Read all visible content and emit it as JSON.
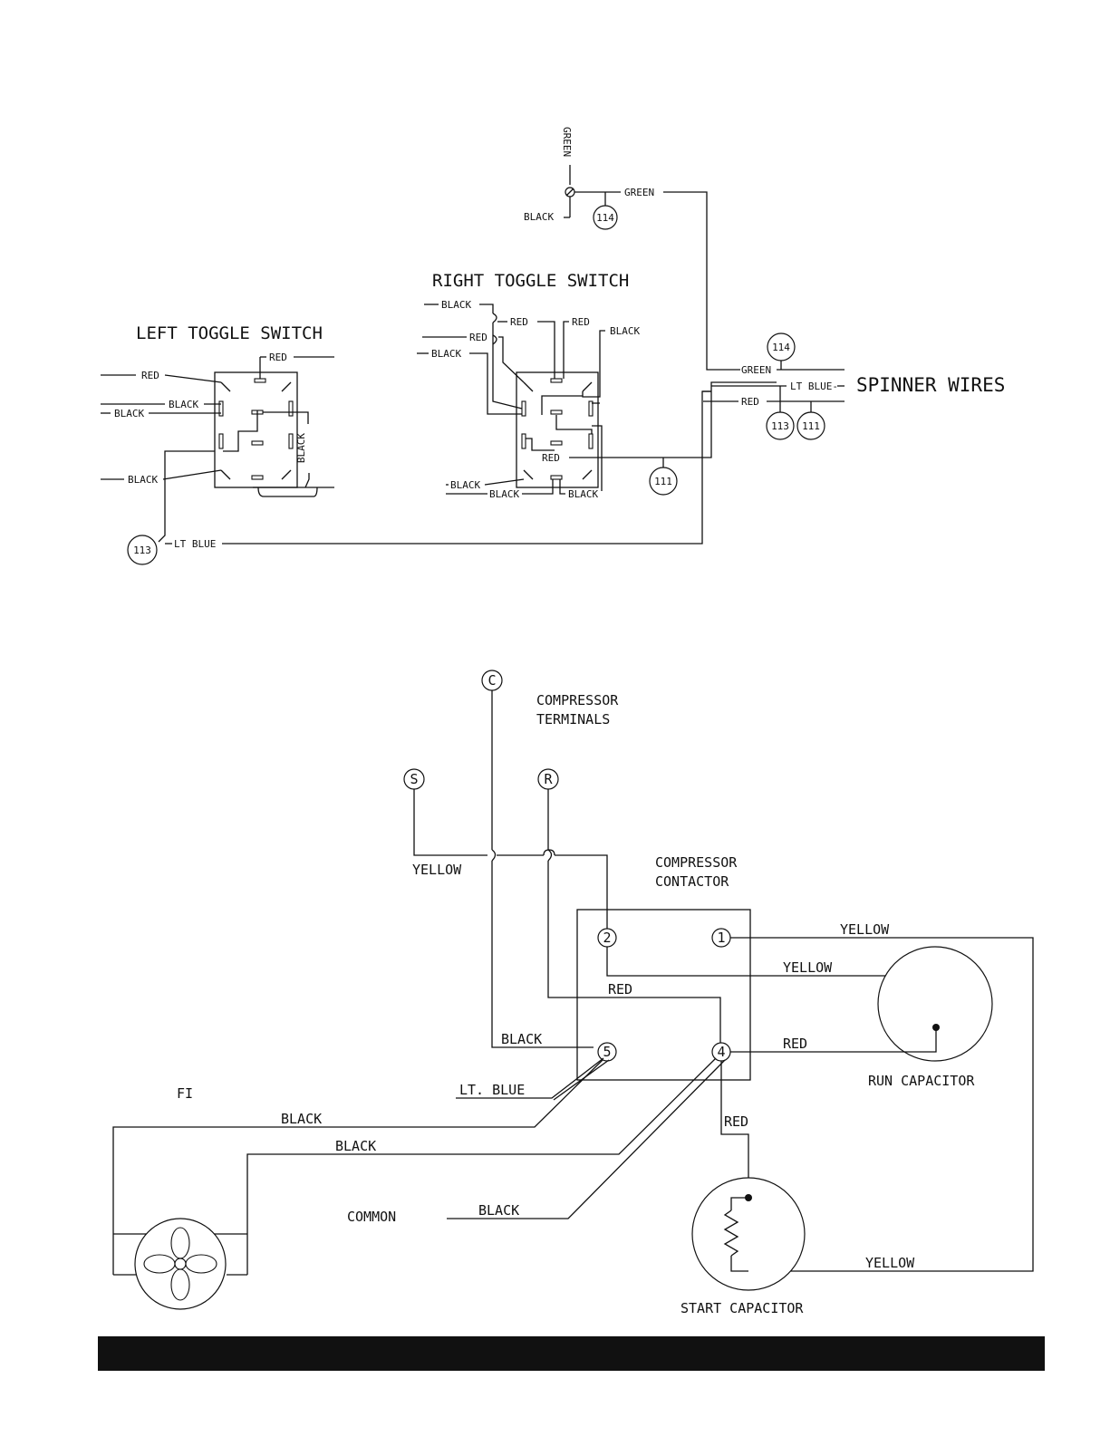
{
  "toggle": {
    "left_title": "LEFT TOGGLE SWITCH",
    "right_title": "RIGHT TOGGLE SWITCH",
    "spinner": "SPINNER WIRES"
  },
  "wires": {
    "green": "GREEN",
    "black": "BLACK",
    "red": "RED",
    "lt_blue": "LT BLUE",
    "lt_blue_dash": "LT BLUE-",
    "yellow": "YELLOW",
    "red_big": "RED",
    "black_big": "BLACK",
    "lt_blue_big": "LT. BLUE"
  },
  "connectors": {
    "c114": "114",
    "c113": "113",
    "c111": "111"
  },
  "compressor": {
    "terminals_line1": "COMPRESSOR",
    "terminals_line2": "TERMINALS",
    "c": "C",
    "s": "S",
    "r": "R",
    "contactor_line1": "COMPRESSOR",
    "contactor_line2": "CONTACTOR",
    "t1": "1",
    "t2": "2",
    "t4": "4",
    "t5": "5",
    "run_cap": "RUN CAPACITOR",
    "start_cap": "START CAPACITOR",
    "common": "COMMON",
    "fan_fragment": "FI"
  }
}
